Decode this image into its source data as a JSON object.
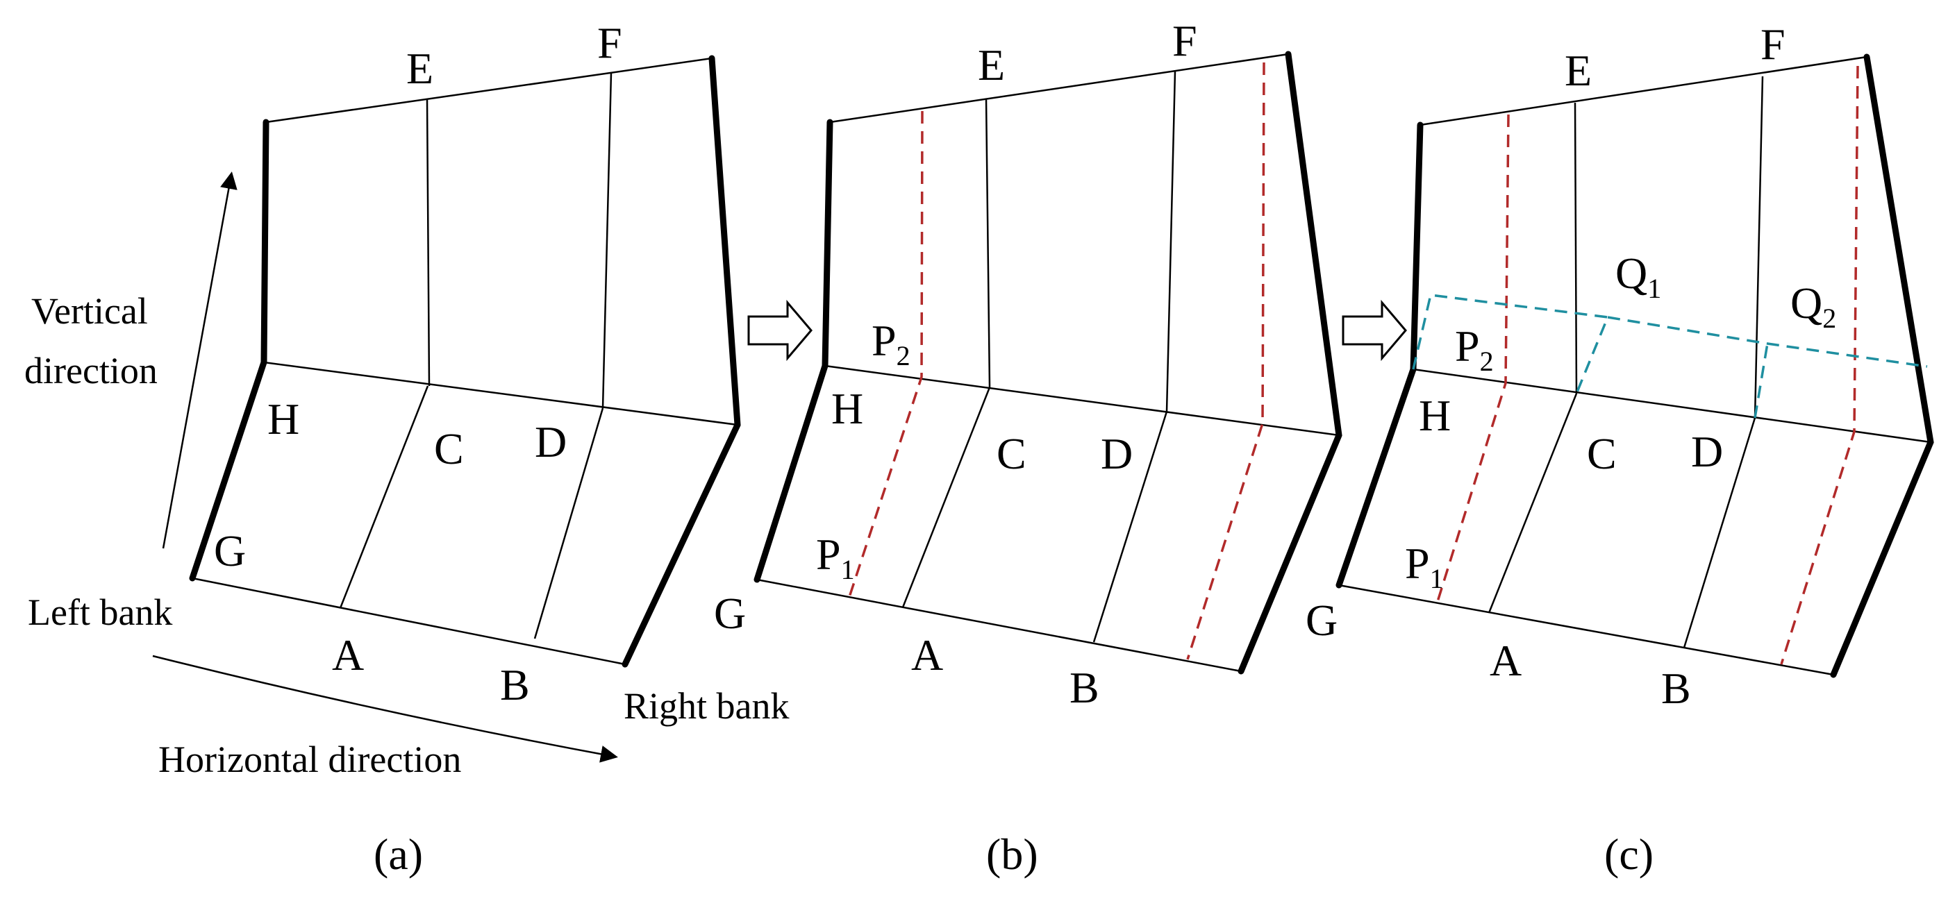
{
  "labels": {
    "E": "E",
    "F": "F",
    "H": "H",
    "C": "C",
    "D": "D",
    "G": "G",
    "A": "A",
    "B": "B",
    "P": "P",
    "Q": "Q",
    "sub1": "1",
    "sub2": "2"
  },
  "annotations": {
    "vertical_1": "Vertical",
    "vertical_2": "direction",
    "left_bank": "Left bank",
    "right_bank": "Right bank",
    "horizontal": "Horizontal direction"
  },
  "captions": {
    "a": "(a)",
    "b": "(b)",
    "c": "(c)"
  },
  "colors": {
    "outline": "#000000",
    "red_dashed": "#b22a2a",
    "teal_dashed": "#1f8fa0"
  }
}
